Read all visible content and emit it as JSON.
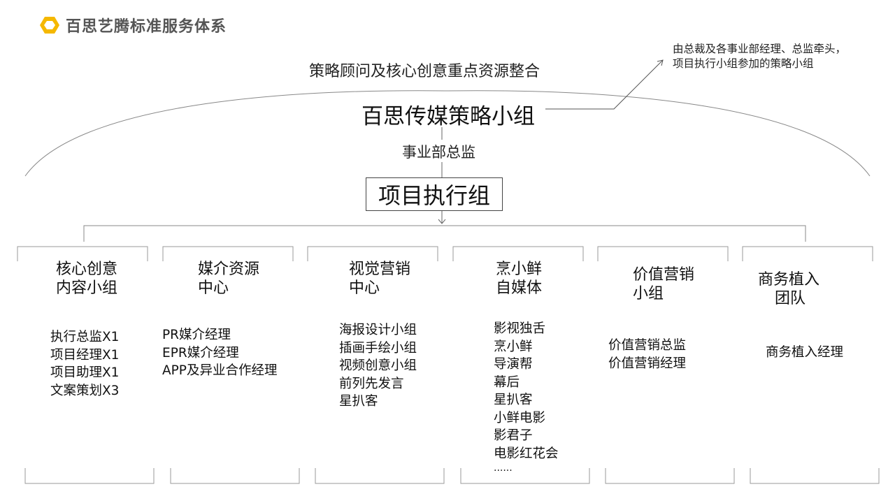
{
  "header": {
    "title": "百思艺腾标准服务体系",
    "logo_icon": "hexagon-logo-icon",
    "accent": "#F5B800"
  },
  "subtitle": "策略顾问及核心创意重点资源整合",
  "annotation": {
    "lines": [
      "由总裁及各事业部经理、总监牵头，",
      "项目执行小组参加的策略小组"
    ]
  },
  "top_group": "百思传媒策略小组",
  "director": "事业部总监",
  "exec_group": "项目执行组",
  "departments": [
    {
      "title": [
        "核心创意",
        "内容小组"
      ],
      "members": [
        "执行总监X1",
        "项目经理X1",
        "项目助理X1",
        "文案策划X3"
      ]
    },
    {
      "title": [
        "媒介资源",
        "中心"
      ],
      "members": [
        "PR媒介经理",
        "EPR媒介经理",
        "APP及异业合作经理"
      ]
    },
    {
      "title": [
        "视觉营销",
        "中心"
      ],
      "members": [
        "海报设计小组",
        "插画手绘小组",
        "视频创意小组",
        "前列先发言",
        "星扒客"
      ]
    },
    {
      "title": [
        "烹小鲜",
        "自媒体"
      ],
      "members": [
        "影视独舌",
        "烹小鲜",
        "导演帮",
        "幕后",
        "星扒客",
        "小鲜电影",
        "影君子",
        "电影红花会"
      ],
      "more": "......"
    },
    {
      "title": [
        "价值营销",
        "小组"
      ],
      "members": [
        "价值营销总监",
        "价值营销经理"
      ]
    },
    {
      "title": [
        "商务植入",
        "团队"
      ],
      "members": [
        "商务植入经理"
      ]
    }
  ]
}
